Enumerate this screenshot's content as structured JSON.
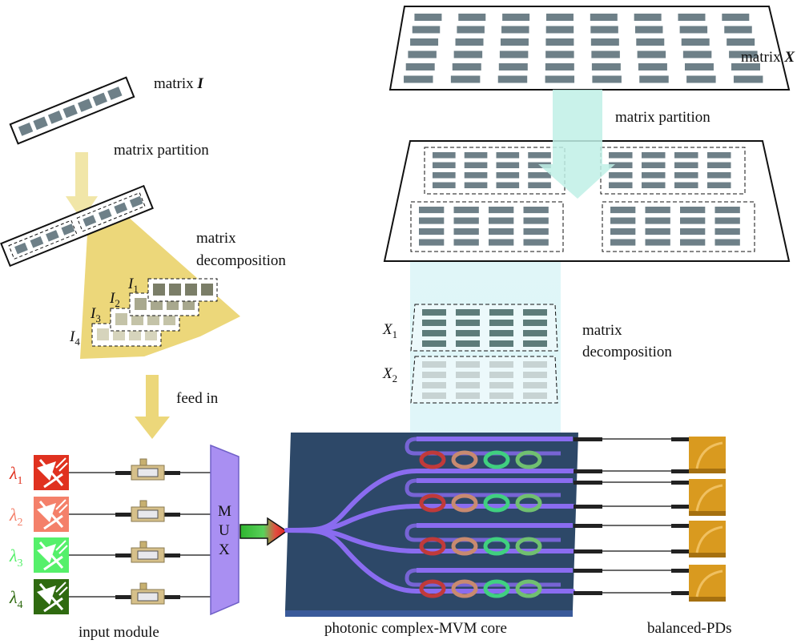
{
  "labels": {
    "matrix_I": "matrix",
    "matrix_I_symbol": "I",
    "partition_left": "matrix partition",
    "decomposition_left_1": "matrix",
    "decomposition_left_2": "decomposition",
    "sub_I": [
      "I",
      "I",
      "I",
      "I"
    ],
    "sub_I_index": [
      "1",
      "2",
      "3",
      "4"
    ],
    "feed_in": "feed in",
    "matrix_X": "matrix",
    "matrix_X_symbol": "X",
    "partition_right": "matrix partition",
    "decomposition_right_1": "matrix",
    "decomposition_right_2": "decomposition",
    "sub_X": [
      "X",
      "X"
    ],
    "sub_X_index": [
      "1",
      "2"
    ],
    "lambda": "λ",
    "lambda_index": [
      "1",
      "2",
      "3",
      "4"
    ],
    "mux": [
      "M",
      "U",
      "X"
    ],
    "input_module": "input module",
    "core": "photonic complex-MVM core",
    "pds": "balanced-PDs"
  },
  "colors": {
    "lasers": [
      "#e0311f",
      "#f4806a",
      "#55f06a",
      "#2f6a10"
    ],
    "rings": [
      "#c03a3a",
      "#c88a70",
      "#40d080",
      "#70c070"
    ],
    "chip": "#2d4868",
    "waveguide": "#8a6cf0",
    "mux": "#a98ff2",
    "pd": "#d99a1f",
    "beige_arrow": "#f1e6a8",
    "fan": "#ecd77a",
    "cyan_arrow": "#bff0e6",
    "cell": "#6e8088"
  }
}
